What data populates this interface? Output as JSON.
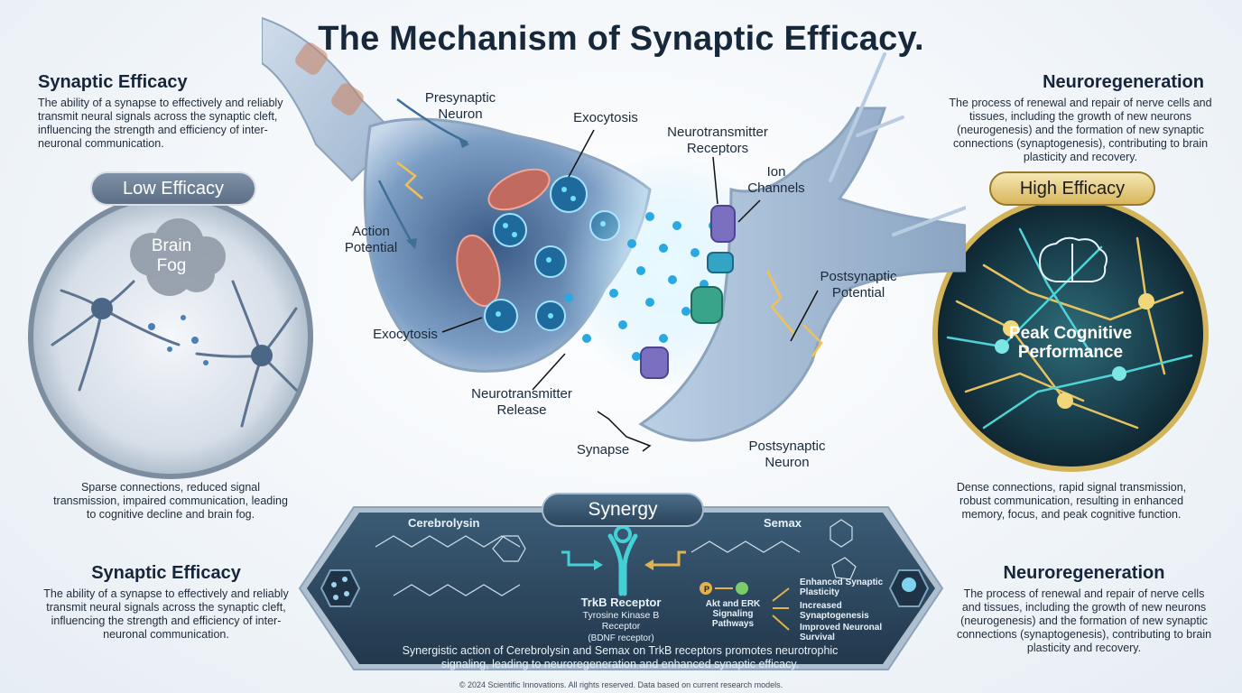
{
  "title": "The Mechanism of Synaptic Efficacy.",
  "left_top": {
    "heading": "Synaptic Efficacy",
    "text": "The ability of a synapse to effectively and reliably transmit neural signals across the synaptic cleft, influencing the strength and efficiency of inter-neuronal communication."
  },
  "right_top": {
    "heading": "Neuroregeneration",
    "text": "The process of renewal and repair of nerve cells and tissues, including the growth of new neurons (neurogenesis) and the formation of new synaptic connections (synaptogenesis), contributing to brain plasticity and recovery."
  },
  "low": {
    "pill": "Low Efficacy",
    "fog_label": "Brain\nFog",
    "caption": "Sparse connections, reduced signal transmission, impaired communication, leading to cognitive decline and brain fog."
  },
  "high": {
    "pill": "High Efficacy",
    "center_label": "Peak Cognitive\nPerformance",
    "caption": "Dense connections, rapid signal transmission, robust communication, resulting in enhanced memory, focus, and peak cognitive function."
  },
  "synapse_labels": {
    "presynaptic": "Presynaptic\nNeuron",
    "exocytosis_top": "Exocytosis",
    "action_potential": "Action\nPotential",
    "exocytosis_left": "Exocytosis",
    "nt_release": "Neurotransmitter\nRelease",
    "synapse": "Synapse",
    "nt_receptors": "Neurotransmitter\nReceptors",
    "ion_channels": "Ion\nChannels",
    "postsynaptic_potential": "Postsynaptic\nPotential",
    "postsynaptic_neuron": "Postsynaptic\nNeuron"
  },
  "left_bottom": {
    "heading": "Synaptic Efficacy",
    "text": "The ability of a synapse to effectively and reliably transmit neural signals across the synaptic cleft, influencing the strength and efficiency of inter-neuronal communication."
  },
  "right_bottom": {
    "heading": "Neuroregeneration",
    "text": "The process of renewal and repair of nerve cells and tissues, including the growth of new neurons (neurogenesis) and the formation of new synaptic connections (synaptogenesis), contributing to brain plasticity and recovery."
  },
  "synergy": {
    "badge": "Synergy",
    "cerebrolysin": "Cerebrolysin",
    "semax": "Semax",
    "receptor_title": "TrkB Receptor",
    "receptor_sub": "Tyrosine Kinase B\nReceptor",
    "receptor_note": "(BDNF receptor)",
    "pathway": "Akt and ERK\nSignaling\nPathways",
    "outcomes": [
      "Enhanced Synaptic Plasticity",
      "Increased Synaptogenesis",
      "Improved Neuronal Survival"
    ],
    "summary": "Synergistic action of Cerebrolysin and Semax on TrkB receptors promotes neurotrophic signaling, leading to neuroregeneration and enhanced synaptic efficacy.",
    "p_badge": "P"
  },
  "footer": "© 2024 Scientific Innovations. All rights reserved. Data based on current research models.",
  "colors": {
    "accent_blue": "#2f9bd6",
    "gold": "#d4a941",
    "panel": "#2c4a62",
    "text": "#17283a"
  }
}
